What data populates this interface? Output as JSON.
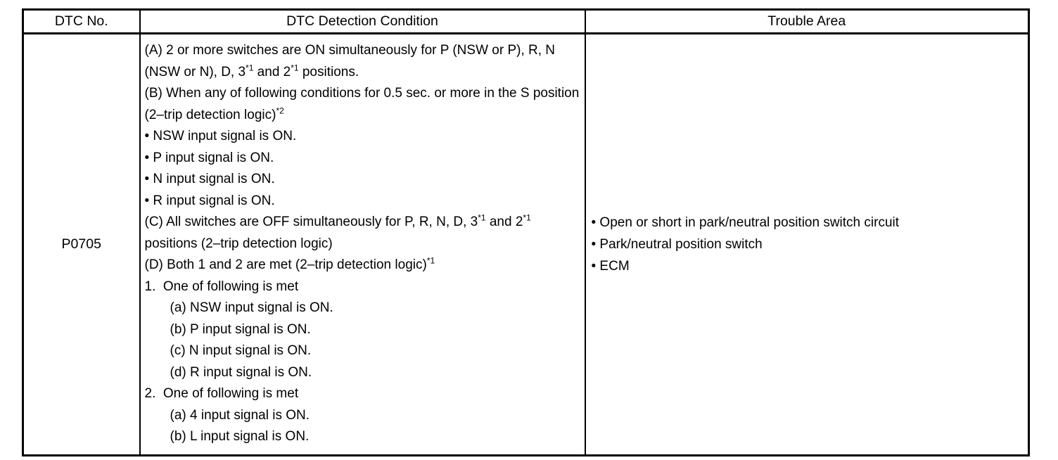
{
  "document": {
    "background": "#ffffff",
    "border_color": "#000000",
    "text_color": "#000000",
    "table": {
      "headers": [
        "DTC No.",
        "DTC Detection Condition",
        "Trouble Area"
      ],
      "rows": [
        {
          "dtc_no": "P0705",
          "detection_conditions": [
            {
              "indent": 0,
              "bullet": false,
              "text": "(A) 2 or more switches are ON simultaneously for P (NSW or P), R, N (NSW or N), D, 3^{*1} and 2^{*1} positions."
            },
            {
              "indent": 0,
              "bullet": false,
              "text": "(B) When any of following conditions for 0.5 sec. or more in the S position (2–trip detection logic)^{*2}"
            },
            {
              "indent": 0,
              "bullet": true,
              "text": "NSW input signal is ON."
            },
            {
              "indent": 0,
              "bullet": true,
              "text": "P input signal is ON."
            },
            {
              "indent": 0,
              "bullet": true,
              "text": "N input signal is ON."
            },
            {
              "indent": 0,
              "bullet": true,
              "text": "R input signal is ON."
            },
            {
              "indent": 0,
              "bullet": false,
              "text": "(C) All switches are OFF simultaneously for P, R, N, D, 3^{*1} and 2^{*1} positions (2–trip detection logic)"
            },
            {
              "indent": 0,
              "bullet": false,
              "text": "(D) Both 1 and 2 are met (2–trip detection logic)^{*1}"
            },
            {
              "indent": 0,
              "bullet": false,
              "text": "1.  One of following is met"
            },
            {
              "indent": 1,
              "bullet": false,
              "text": "(a) NSW input signal is ON."
            },
            {
              "indent": 1,
              "bullet": false,
              "text": "(b) P input signal is ON."
            },
            {
              "indent": 1,
              "bullet": false,
              "text": "(c) N input signal is ON."
            },
            {
              "indent": 1,
              "bullet": false,
              "text": "(d) R input signal is ON."
            },
            {
              "indent": 0,
              "bullet": false,
              "text": "2.  One of following is met"
            },
            {
              "indent": 1,
              "bullet": false,
              "text": "(a) 4 input signal is ON."
            },
            {
              "indent": 1,
              "bullet": false,
              "text": "(b) L input signal is ON."
            }
          ],
          "trouble_areas": [
            "Open or short in park/neutral position switch circuit",
            "Park/neutral position switch",
            "ECM"
          ]
        }
      ]
    }
  }
}
